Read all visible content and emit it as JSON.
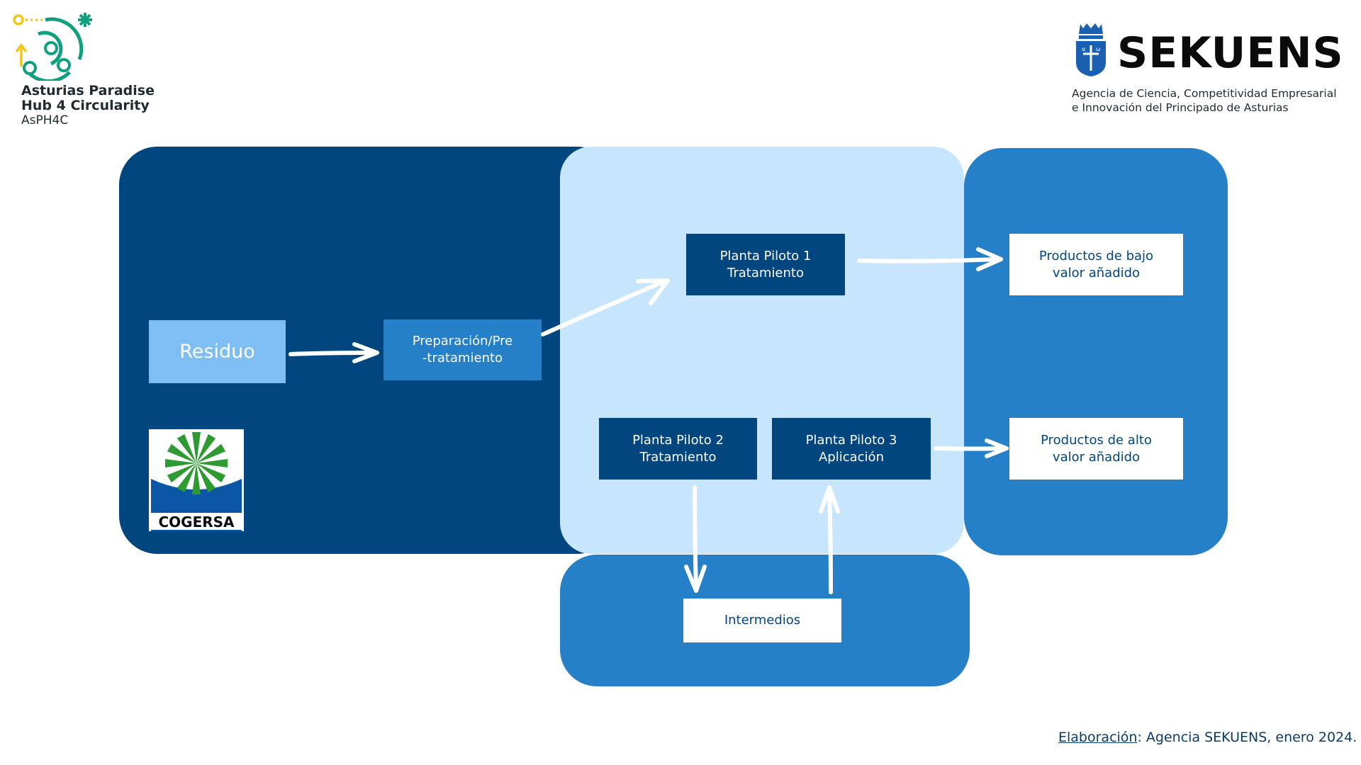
{
  "logo_left": {
    "line1": "Asturias Paradise",
    "line2": "Hub 4 Circularity",
    "line3": "AsPH4C",
    "colors": {
      "teal": "#11a07f",
      "yellow": "#f3c619",
      "green": "#1e8b4f"
    }
  },
  "logo_right": {
    "brand": "SEKUENS",
    "desc_line1": "Agencia de Ciencia, Competitividad Empresarial",
    "desc_line2": "e Innovación del Principado de Asturias",
    "shield_color": "#1b5fb0"
  },
  "diagram": {
    "nodes": {
      "residuo": "Residuo",
      "preparacion": "Preparación/Pre\n-tratamiento",
      "pp1": "Planta Piloto 1\nTratamiento",
      "pp2": "Planta Piloto 2\nTratamiento",
      "pp3": "Planta Piloto 3\nAplicación",
      "bajo": "Productos de bajo\nvalor añadido",
      "alto": "Productos de alto\nvalor añadido",
      "intermedios": "Intermedios"
    },
    "colors": {
      "dark": "#02467f",
      "mid": "#2580c8",
      "light": "#c7e6fd",
      "residuo": "#7fbef3"
    }
  },
  "cogersa": {
    "label": "COGERSA",
    "green": "#2e9b32",
    "blue": "#0c56a6"
  },
  "credit": {
    "label": "Elaboración",
    "text": ": Agencia SEKUENS, enero 2024."
  }
}
